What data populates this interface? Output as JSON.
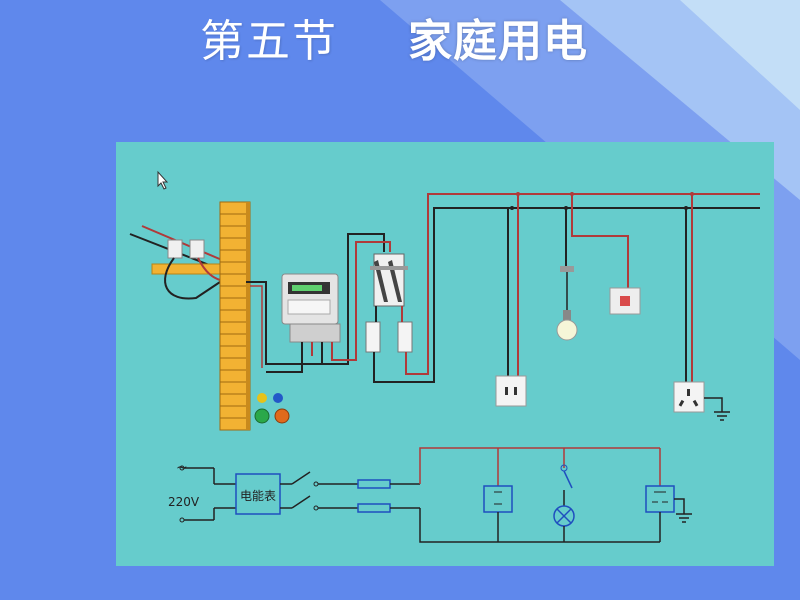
{
  "slide": {
    "lesson_title": "第五节",
    "topic_title": "家庭用电"
  },
  "colors": {
    "background": "#5f88ec",
    "panel": "#66cccc",
    "live_wire": "#b03a3a",
    "neutral_wire": "#222222",
    "brick": "#f2b233"
  },
  "diagram": {
    "meter_label": "电能表",
    "voltage_label": "220V",
    "ac_symbol": "~"
  }
}
